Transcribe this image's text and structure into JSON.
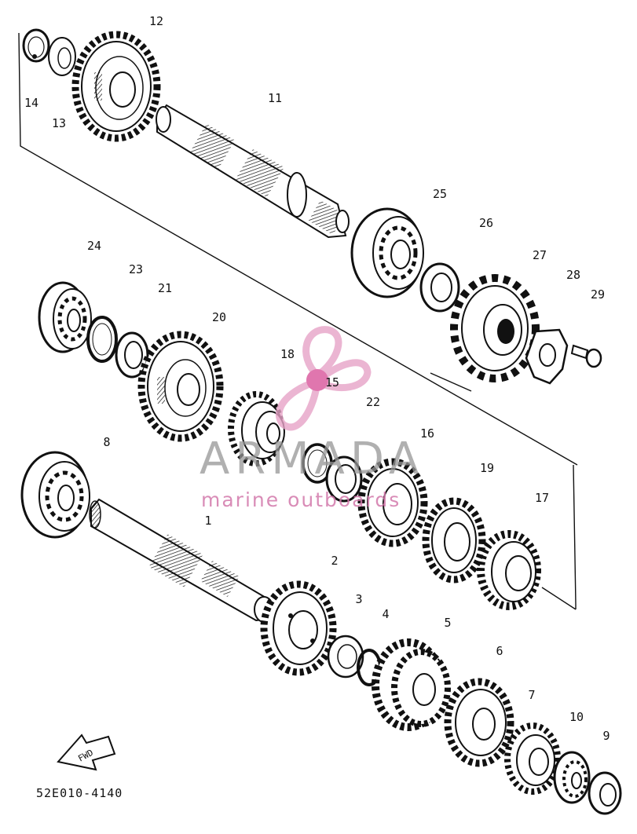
{
  "diagram": {
    "reference_code": "52E010-4140",
    "fwd_label": "FWD",
    "watermark": {
      "brand": "ARMADA",
      "tagline": "marine outboards"
    },
    "callouts": [
      "1",
      "2",
      "3",
      "4",
      "5",
      "6",
      "7",
      "8",
      "9",
      "10",
      "11",
      "12",
      "13",
      "14",
      "15",
      "16",
      "17",
      "18",
      "19",
      "20",
      "21",
      "22",
      "23",
      "24",
      "25",
      "26",
      "27",
      "28",
      "29"
    ]
  }
}
